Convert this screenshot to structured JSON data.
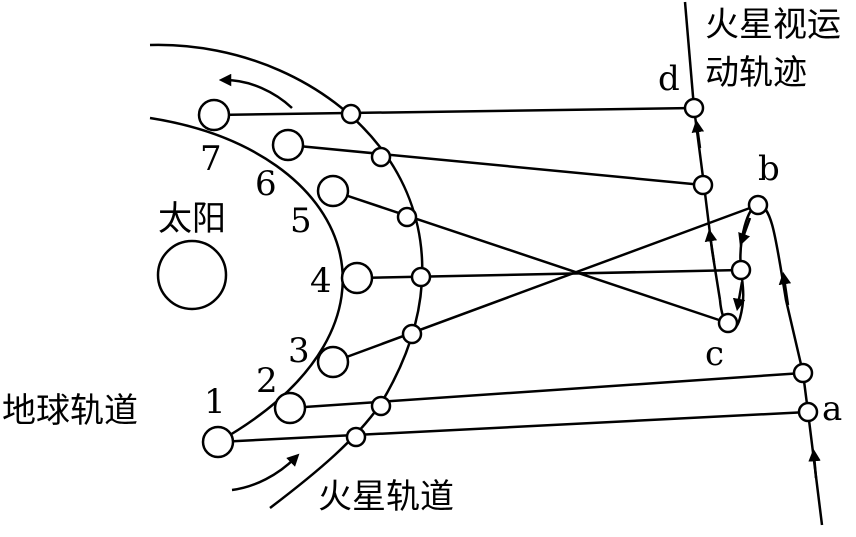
{
  "labels": {
    "sun": "太阳",
    "earth_orbit": "地球轨道",
    "mars_orbit": "火星轨道",
    "mars_track_line1": "火星视运",
    "mars_track_line2": "动轨迹"
  },
  "earth_positions": [
    "1",
    "2",
    "3",
    "4",
    "5",
    "6",
    "7"
  ],
  "mars_points": [
    "a",
    "b",
    "c",
    "d"
  ]
}
